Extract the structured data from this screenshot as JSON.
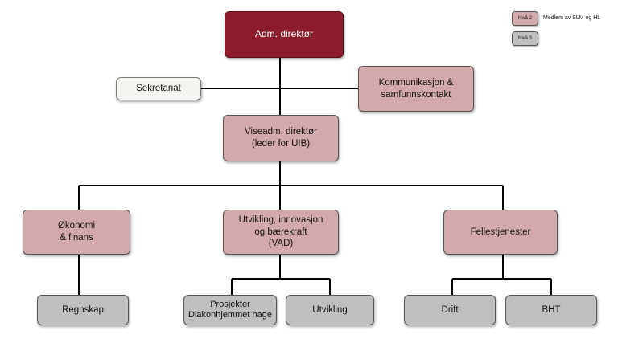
{
  "nodes": {
    "adm": "Adm. direktør",
    "sekretariat": "Sekretariat",
    "kommunikasjon": "Kommunikasjon &\nsamfunnskontakt",
    "viseadm": "Viseadm. direktør\n(leder for UIB)",
    "okonomi": "Økonomi\n& finans",
    "vad": "Utvikling, innovasjon\nog bærekraft\n(VAD)",
    "fellestjenester": "Fellestjenester",
    "regnskap": "Regnskap",
    "prosjekter": "Prosjekter\nDiakonhjemmet hage",
    "utvikling": "Utvikling",
    "drift": "Drift",
    "bht": "BHT"
  },
  "legend": {
    "level2_label": "Nivå 2",
    "level2_text": "Medlem av SLM og HL",
    "level3_label": "Nivå 3"
  },
  "colors": {
    "top": "#8c1c2c",
    "level2": "#d4a9ab",
    "level3": "#bfbfbf",
    "plain": "#f4f5f0"
  }
}
